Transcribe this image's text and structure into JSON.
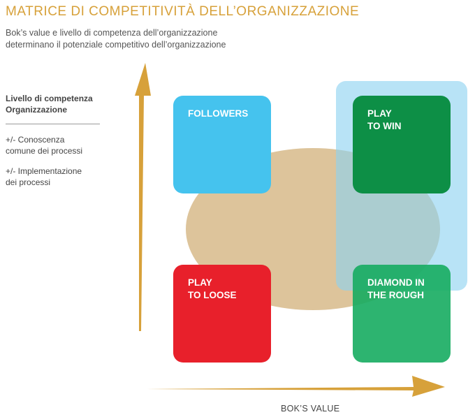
{
  "title": "MATRICE DI COMPETITIVITÀ DELL’ORGANIZZAZIONE",
  "subtitle": {
    "line1": "Bok’s value e livello di competenza dell’organizzazione",
    "line2": "determinano il potenziale competitivo dell’organizzazione"
  },
  "y_axis": {
    "label_line1": "Livello di competenza",
    "label_line2": "Organizzazione",
    "items": [
      {
        "line1": "+/- Conoscenza",
        "line2": "comune dei processi"
      },
      {
        "line1": "+/- Implementazione",
        "line2": "dei processi"
      }
    ]
  },
  "x_axis": {
    "label": "BOK’S VALUE"
  },
  "quadrants": {
    "top_left": {
      "line1": "FOLLOWERS",
      "line2": "",
      "color": "#45c3ee"
    },
    "top_right": {
      "line1": "PLAY",
      "line2": "TO WIN",
      "color": "#0d8f46"
    },
    "bottom_left": {
      "line1": "PLAY",
      "line2": "TO LOOSE",
      "color": "#e8202b"
    },
    "bottom_right": {
      "line1": "DIAMOND IN",
      "line2": "THE ROUGH",
      "color": "#16ac60"
    }
  },
  "colors": {
    "accent": "#d7a13a",
    "ellipse": "#ddc49b",
    "highlight": "#8cd2f0"
  }
}
